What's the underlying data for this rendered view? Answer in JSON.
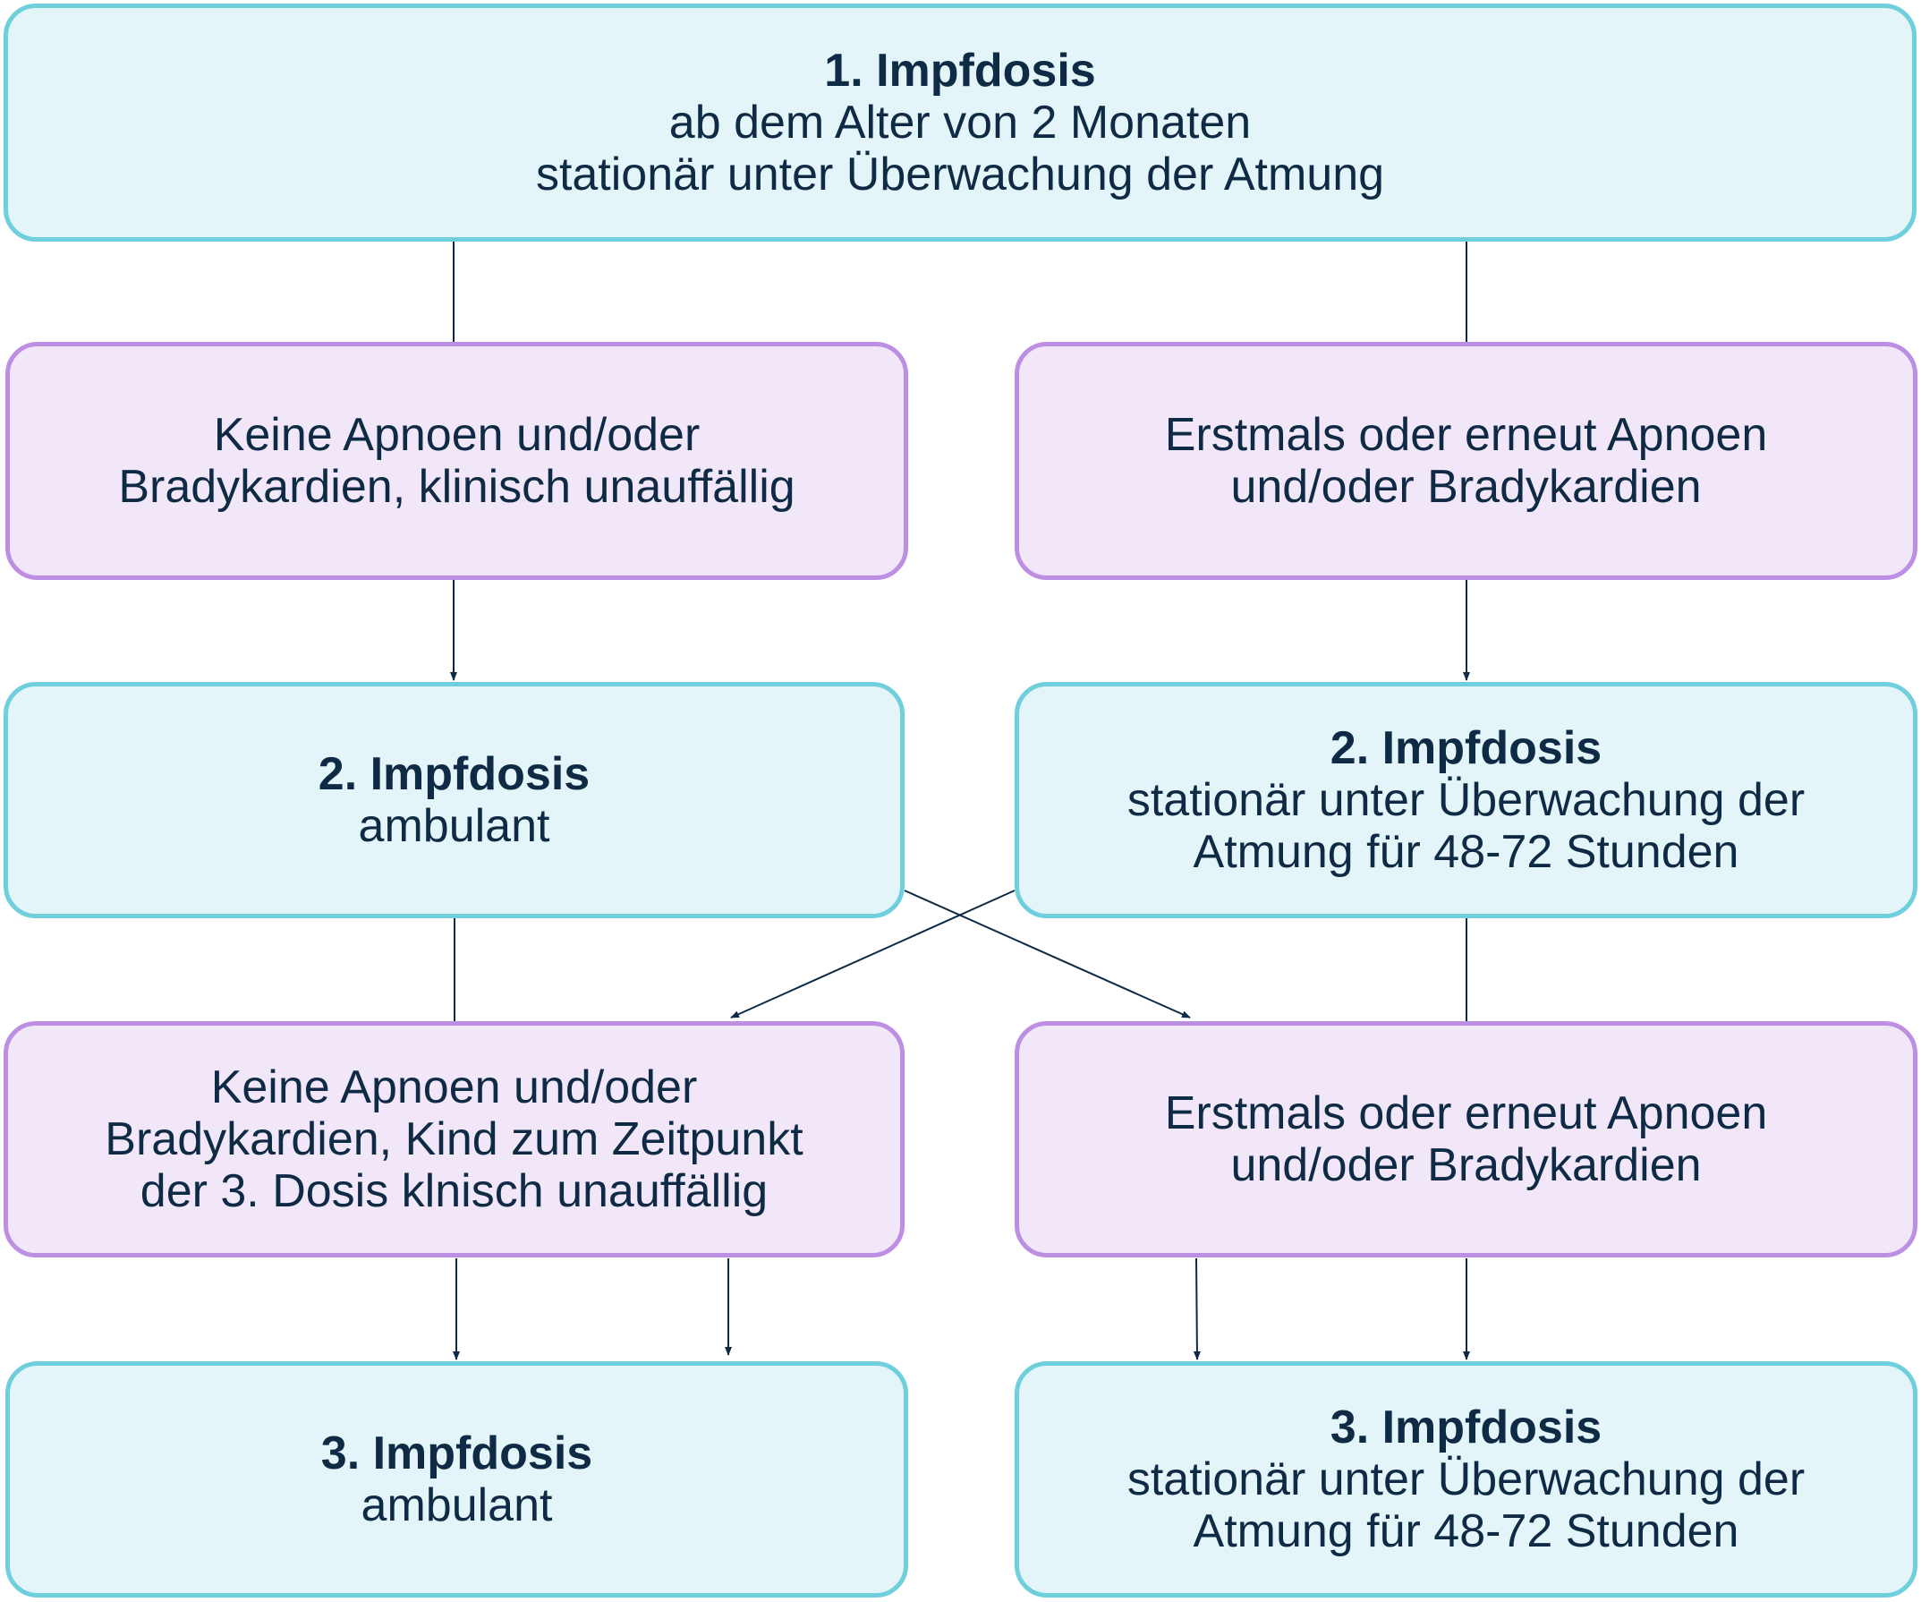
{
  "boxes": {
    "top": {
      "title": "1. Impfdosis",
      "lines": [
        "ab dem Alter von 2 Monaten",
        "stationär unter Überwachung der Atmung"
      ]
    },
    "level1_left": {
      "lines": [
        "Keine Apnoen und/oder",
        "Bradykardien, klinisch unauffällig"
      ]
    },
    "level1_right": {
      "lines": [
        "Erstmals oder erneut Apnoen",
        "und/oder Bradykardien"
      ]
    },
    "level2_left": {
      "title": "2. Impfdosis",
      "lines": [
        "ambulant"
      ]
    },
    "level2_right": {
      "title": "2. Impfdosis",
      "lines": [
        "stationär unter Überwachung der",
        "Atmung für 48-72 Stunden"
      ]
    },
    "level3_left": {
      "lines": [
        "Keine Apnoen und/oder",
        "Bradykardien, Kind zum Zeitpunkt",
        "der 3. Dosis klnisch unauffällig"
      ]
    },
    "level3_right": {
      "lines": [
        "Erstmals oder erneut Apnoen",
        "und/oder Bradykardien"
      ]
    },
    "level4_left": {
      "title": "3. Impfdosis",
      "lines": [
        "ambulant"
      ]
    },
    "level4_right": {
      "title": "3. Impfdosis",
      "lines": [
        "stationär unter Überwachung der",
        "Atmung für 48-72 Stunden"
      ]
    }
  },
  "colors": {
    "dose_fill": "#e3f5f9",
    "dose_border": "#6fcfdc",
    "observation_fill": "#f1e7f8",
    "observation_border": "#bd8fe2",
    "text": "#0f2a44",
    "connector": "#0f2a44"
  }
}
